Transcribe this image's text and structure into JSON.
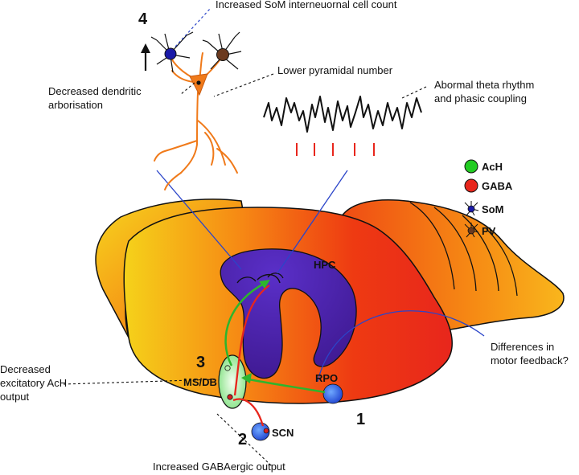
{
  "annotations": {
    "som_increase": "Increased SoM interneuornal cell count",
    "dendritic_line1": "Decreased dendritic",
    "dendritic_line2": "arborisation",
    "pyramidal": "Lower pyramidal number",
    "theta_line1": "Abormal theta rhythm",
    "theta_line2": "and phasic coupling",
    "motor_line1": "Differences in",
    "motor_line2": "motor feedback?",
    "ach_line1": "Decreased",
    "ach_line2": "excitatory AcH",
    "ach_line3": "output",
    "gaba_output": "Increased GABAergic output"
  },
  "regions": {
    "hpc": "HPC",
    "msdb": "MS/DB",
    "scn": "SCN",
    "rpo": "RPO"
  },
  "numbers": {
    "n1": "1",
    "n2": "2",
    "n3": "3",
    "n4": "4"
  },
  "legend": {
    "ach": "AcH",
    "gaba": "GABA",
    "som": "SoM",
    "pv": "PV"
  },
  "colors": {
    "ach": "#22cc22",
    "gaba": "#e8261c",
    "som": "#1a1aa8",
    "pv": "#6b3a1f",
    "hpc": "#4a1fa0",
    "pyramidal": "#f07a1a"
  }
}
